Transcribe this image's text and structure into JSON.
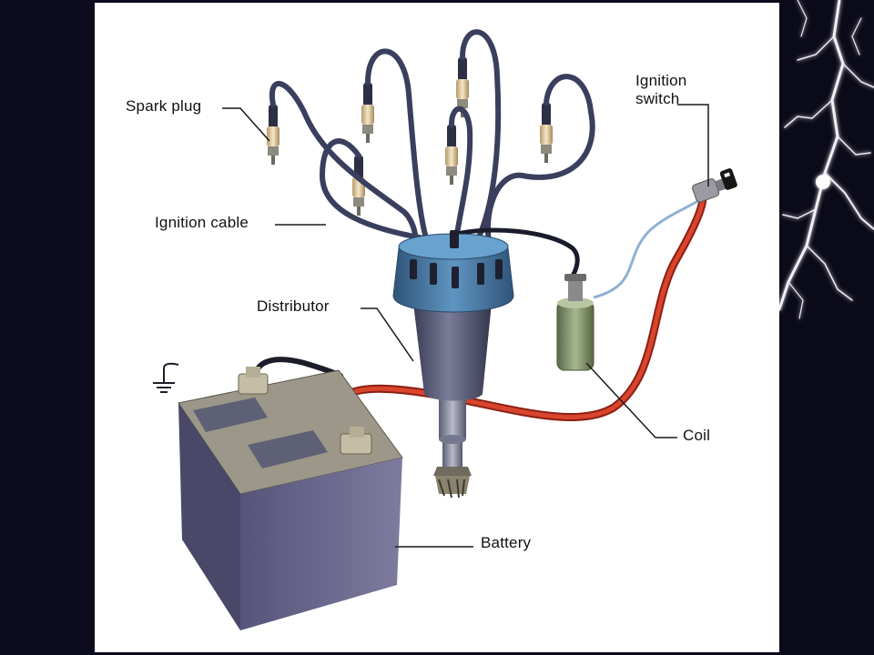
{
  "diagram": {
    "labels": {
      "spark_plug": "Spark plug",
      "ignition_cable": "Ignition cable",
      "distributor": "Distributor",
      "ignition_switch_line1": "Ignition",
      "ignition_switch_line2": "switch",
      "coil": "Coil",
      "battery": "Battery"
    },
    "colors": {
      "background": "#ffffff",
      "side_panels": "#0b0b1c",
      "cable": "#3a3f5e",
      "red_wire": "#c8321f",
      "battery_body": "#6e6c88",
      "distributor_cap": "#3f6f9a",
      "coil": "#7d8e6a",
      "lightning": "#f2eef6"
    },
    "icons": [
      "ground-symbol",
      "lightning-bolt",
      "ignition-key"
    ]
  }
}
